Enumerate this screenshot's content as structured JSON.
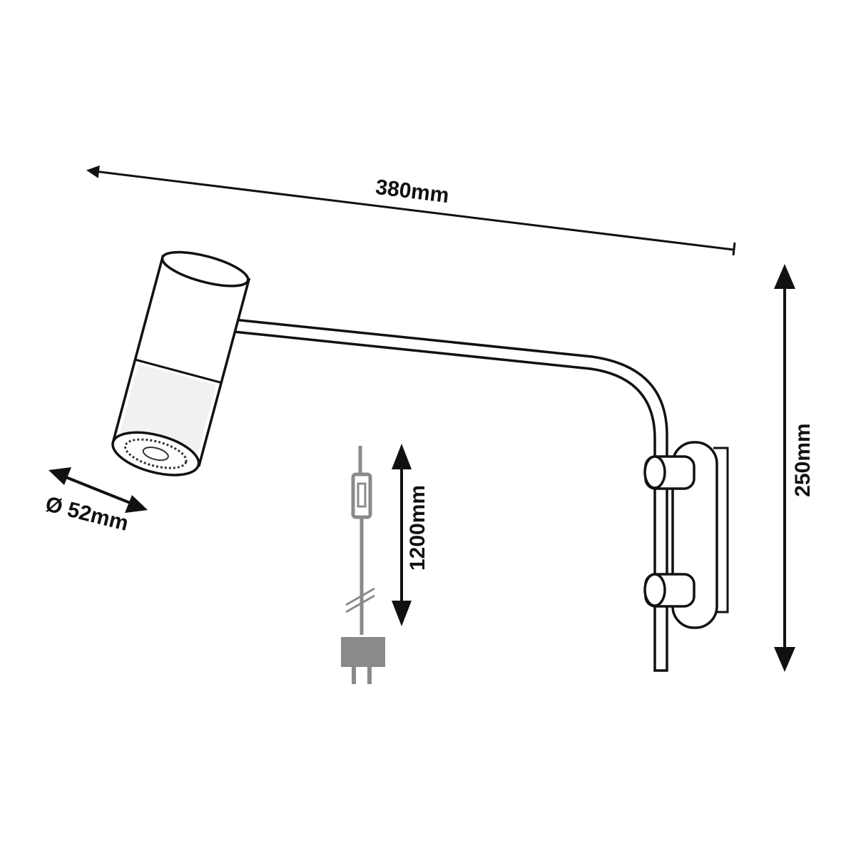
{
  "diagram": {
    "dimensions": {
      "length": "380mm",
      "height": "250mm",
      "cable_length": "1200mm",
      "diameter": "Ø 52mm"
    },
    "colors": {
      "line": "#111111",
      "cable": "#8a8a8a"
    }
  }
}
